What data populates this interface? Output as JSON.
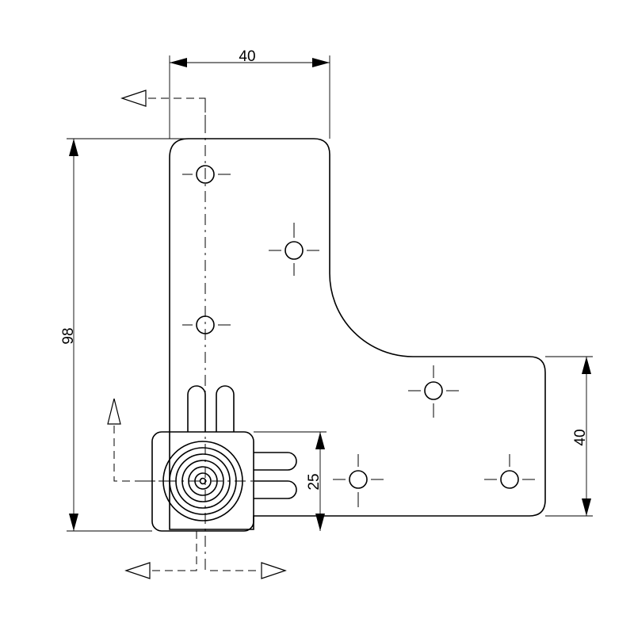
{
  "dimensions": {
    "top_width": "40",
    "total_height": "98",
    "right_height": "40",
    "block_height": "25"
  },
  "colors": {
    "line": "#000000",
    "background": "#ffffff"
  }
}
